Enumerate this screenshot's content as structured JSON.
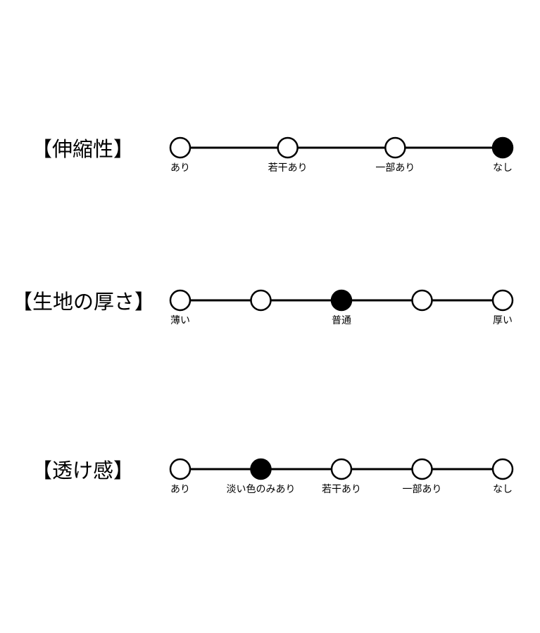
{
  "scales": [
    {
      "title": "【伸縮性】",
      "options": [
        "あり",
        "若干あり",
        "一部あり",
        "なし"
      ],
      "selected": 3
    },
    {
      "title": "【生地の厚さ】",
      "options": [
        "薄い",
        "",
        "普通",
        "",
        "厚い"
      ],
      "selected": 2
    },
    {
      "title": "【透け感】",
      "options": [
        "あり",
        "淡い色のみあり",
        "若干あり",
        "一部あり",
        "なし"
      ],
      "selected": 1
    }
  ],
  "colors": {
    "ink": "#000000",
    "background": "#ffffff"
  }
}
